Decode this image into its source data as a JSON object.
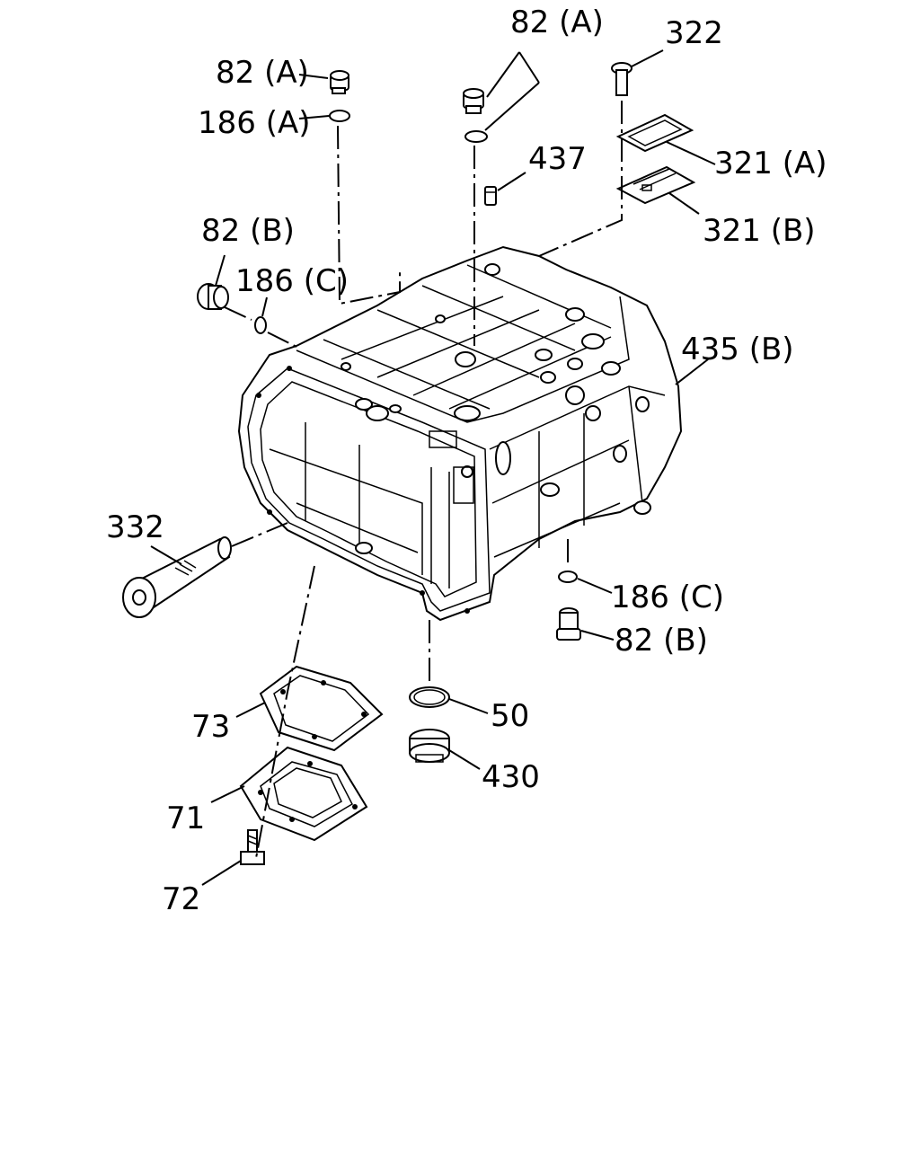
{
  "labels": {
    "l82a_left": "82 (A)",
    "l186a": "186 (A)",
    "l82a_top": "82 (A)",
    "l322": "322",
    "l321a": "321 (A)",
    "l437": "437",
    "l321b": "321 (B)",
    "l82b_left": "82 (B)",
    "l186c_left": "186 (C)",
    "l435b": "435 (B)",
    "l332": "332",
    "l186c_right": "186 (C)",
    "l82b_right": "82 (B)",
    "l50": "50",
    "l73": "73",
    "l430": "430",
    "l71": "71",
    "l72": "72"
  }
}
